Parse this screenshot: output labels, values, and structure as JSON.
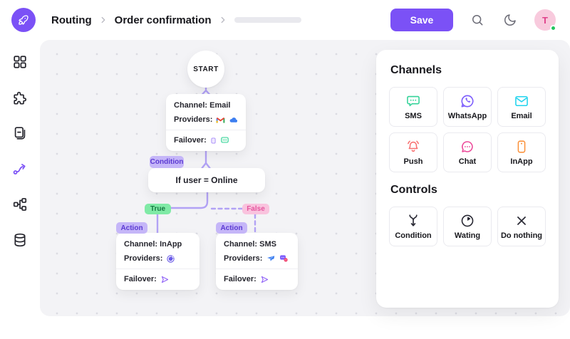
{
  "header": {
    "breadcrumb": {
      "section": "Routing",
      "page": "Order confirmation"
    },
    "save_label": "Save",
    "avatar": {
      "initial": "T",
      "status": "online"
    }
  },
  "sidebar": {
    "items": [
      {
        "icon": "dashboard-grid-icon",
        "active": false
      },
      {
        "icon": "integrations-puzzle-icon",
        "active": false
      },
      {
        "icon": "templates-pages-icon",
        "active": false
      },
      {
        "icon": "routing-flow-icon",
        "active": true
      },
      {
        "icon": "workflow-tree-icon",
        "active": false
      },
      {
        "icon": "data-store-icon",
        "active": false
      }
    ]
  },
  "flow": {
    "start_label": "START",
    "email_node": {
      "channel": "Channel: Email",
      "providers_label": "Providers:",
      "failover_label": "Failover:",
      "provider_icons": [
        "gmail-icon",
        "outlook-cloud-icon"
      ],
      "failover_icons": [
        "inapp-phone-icon",
        "sms-bubble-icon"
      ]
    },
    "condition_badge": "Condition",
    "condition_node_label": "If user = Online",
    "true_badge": "True",
    "false_badge": "False",
    "action_badge": "Action",
    "inapp_node": {
      "channel": "Channel: InApp",
      "providers_label": "Providers:",
      "failover_label": "Failover:",
      "provider_icons": [
        "onesignal-icon"
      ],
      "failover_icons": [
        "send-plane-icon"
      ]
    },
    "sms_node": {
      "channel": "Channel: SMS",
      "providers_label": "Providers:",
      "failover_label": "Failover:",
      "provider_icons": [
        "messagebird-icon",
        "chat-provider-icon"
      ],
      "failover_icons": [
        "send-plane-icon"
      ]
    }
  },
  "panel": {
    "channels_title": "Channels",
    "channels": [
      {
        "label": "SMS",
        "icon": "sms-bubble-icon",
        "color": "#34D399"
      },
      {
        "label": "WhatsApp",
        "icon": "whatsapp-icon",
        "color": "#7C5CFC"
      },
      {
        "label": "Email",
        "icon": "email-envelope-icon",
        "color": "#22D3EE"
      },
      {
        "label": "Push",
        "icon": "push-bell-icon",
        "color": "#F87171"
      },
      {
        "label": "Chat",
        "icon": "chat-bubble-icon",
        "color": "#EC4899"
      },
      {
        "label": "InApp",
        "icon": "inapp-phone-icon",
        "color": "#FB923C"
      }
    ],
    "controls_title": "Controls",
    "controls": [
      {
        "label": "Condition",
        "icon": "condition-branch-icon"
      },
      {
        "label": "Wating",
        "icon": "waiting-clock-icon"
      },
      {
        "label": "Do nothing",
        "icon": "do-nothing-x-icon"
      }
    ]
  },
  "colors": {
    "accent_purple": "#7B51F6",
    "edge_purple": "#B2A2F5",
    "badge_purple_bg": "#C5B6F8",
    "badge_purple_text": "#5B39D2",
    "true_badge_bg": "#80EAA6",
    "true_badge_text": "#157A43",
    "false_badge_bg": "#F9C3DE",
    "false_badge_text": "#E4559E",
    "avatar_bg": "#F8CADD",
    "avatar_text": "#E0408A",
    "online_dot": "#22C55E",
    "canvas_bg": "#F3F3F6"
  }
}
